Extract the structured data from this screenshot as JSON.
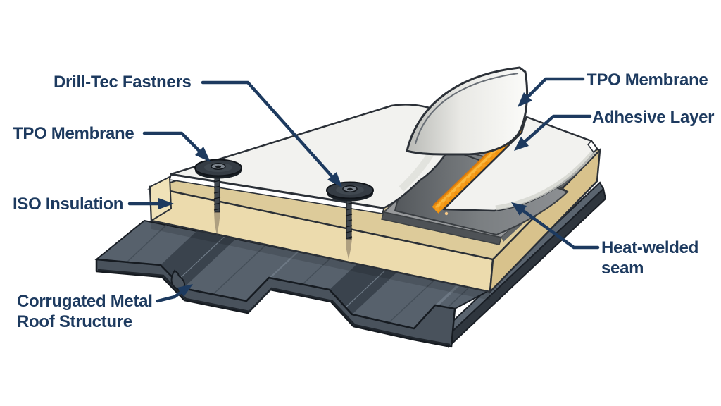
{
  "diagram": {
    "subject": "TPO roofing system exploded detail",
    "labels": {
      "drill_tec": "Drill-Tec Fastners",
      "tpo_left": "TPO Membrane",
      "iso": "ISO Insulation",
      "corrugated": "Corrugated Metal Roof Structure",
      "tpo_right": "TPO Membrane",
      "adhesive": "Adhesive Layer",
      "heat_welded": "Heat-welded seam"
    },
    "colors": {
      "label_navy": "#1d3a5f",
      "background": "#ffffff",
      "membrane_white": "#f2f2ef",
      "underside_gray": "#97999b",
      "insulation_tan": "#ecdbad",
      "insulation_tan_side": "#d8c28c",
      "adhesive_orange": "#f0920f",
      "deck_slate": "#57616c",
      "outline_dark": "#2b3037"
    }
  }
}
